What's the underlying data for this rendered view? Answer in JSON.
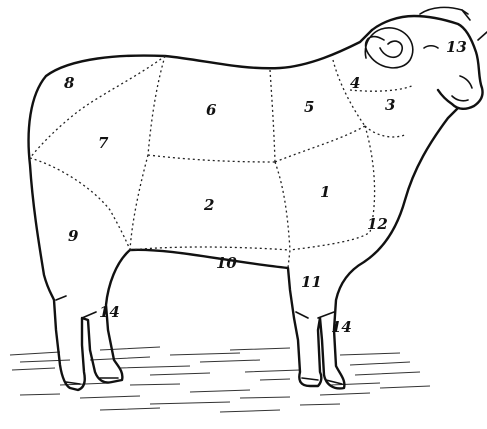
{
  "diagram": {
    "labels": [
      {
        "id": "cut-8",
        "text": "8"
      },
      {
        "id": "cut-6",
        "text": "6"
      },
      {
        "id": "cut-5",
        "text": "5"
      },
      {
        "id": "cut-4",
        "text": "4"
      },
      {
        "id": "cut-3",
        "text": "3"
      },
      {
        "id": "cut-13",
        "text": "13"
      },
      {
        "id": "cut-7",
        "text": "7"
      },
      {
        "id": "cut-2",
        "text": "2"
      },
      {
        "id": "cut-1",
        "text": "1"
      },
      {
        "id": "cut-12",
        "text": "12"
      },
      {
        "id": "cut-9",
        "text": "9"
      },
      {
        "id": "cut-10",
        "text": "10"
      },
      {
        "id": "cut-11",
        "text": "11"
      },
      {
        "id": "cut-14-hind",
        "text": "14"
      },
      {
        "id": "cut-14-fore",
        "text": "14"
      }
    ]
  }
}
